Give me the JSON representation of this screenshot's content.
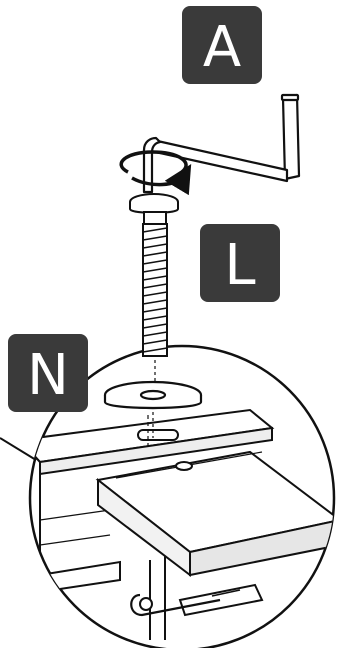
{
  "labels": {
    "hex_key": "A",
    "bolt": "L",
    "washer": "N"
  },
  "colors": {
    "badge": "#3a3a3a",
    "stroke": "#111111",
    "background": "#ffffff",
    "shade": "#e6e6e6"
  },
  "icons": {
    "rotation": "clockwise-rotation-arrow-icon"
  }
}
